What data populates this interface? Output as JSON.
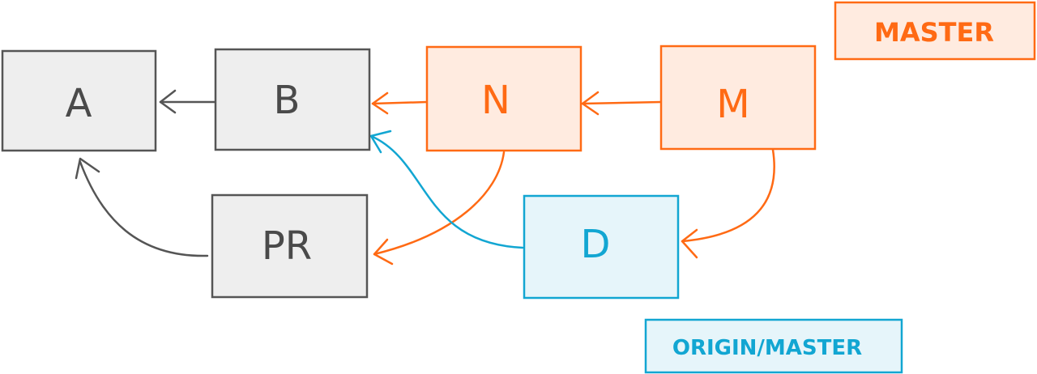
{
  "colors": {
    "gray_stroke": "#555555",
    "gray_fill": "#eeeeee",
    "gray_text": "#4a4a4a",
    "orange_stroke": "#ff6a14",
    "orange_fill": "#ffebe0",
    "blue_stroke": "#12a6d2",
    "blue_fill": "#e6f5fa"
  },
  "nodes": {
    "a": {
      "label": "A"
    },
    "b": {
      "label": "B"
    },
    "n": {
      "label": "N"
    },
    "m": {
      "label": "M"
    },
    "pr": {
      "label": "PR"
    },
    "d": {
      "label": "D"
    }
  },
  "tags": {
    "master": {
      "label": "MASTER"
    },
    "origin_master": {
      "label": "ORIGIN/MASTER"
    }
  }
}
